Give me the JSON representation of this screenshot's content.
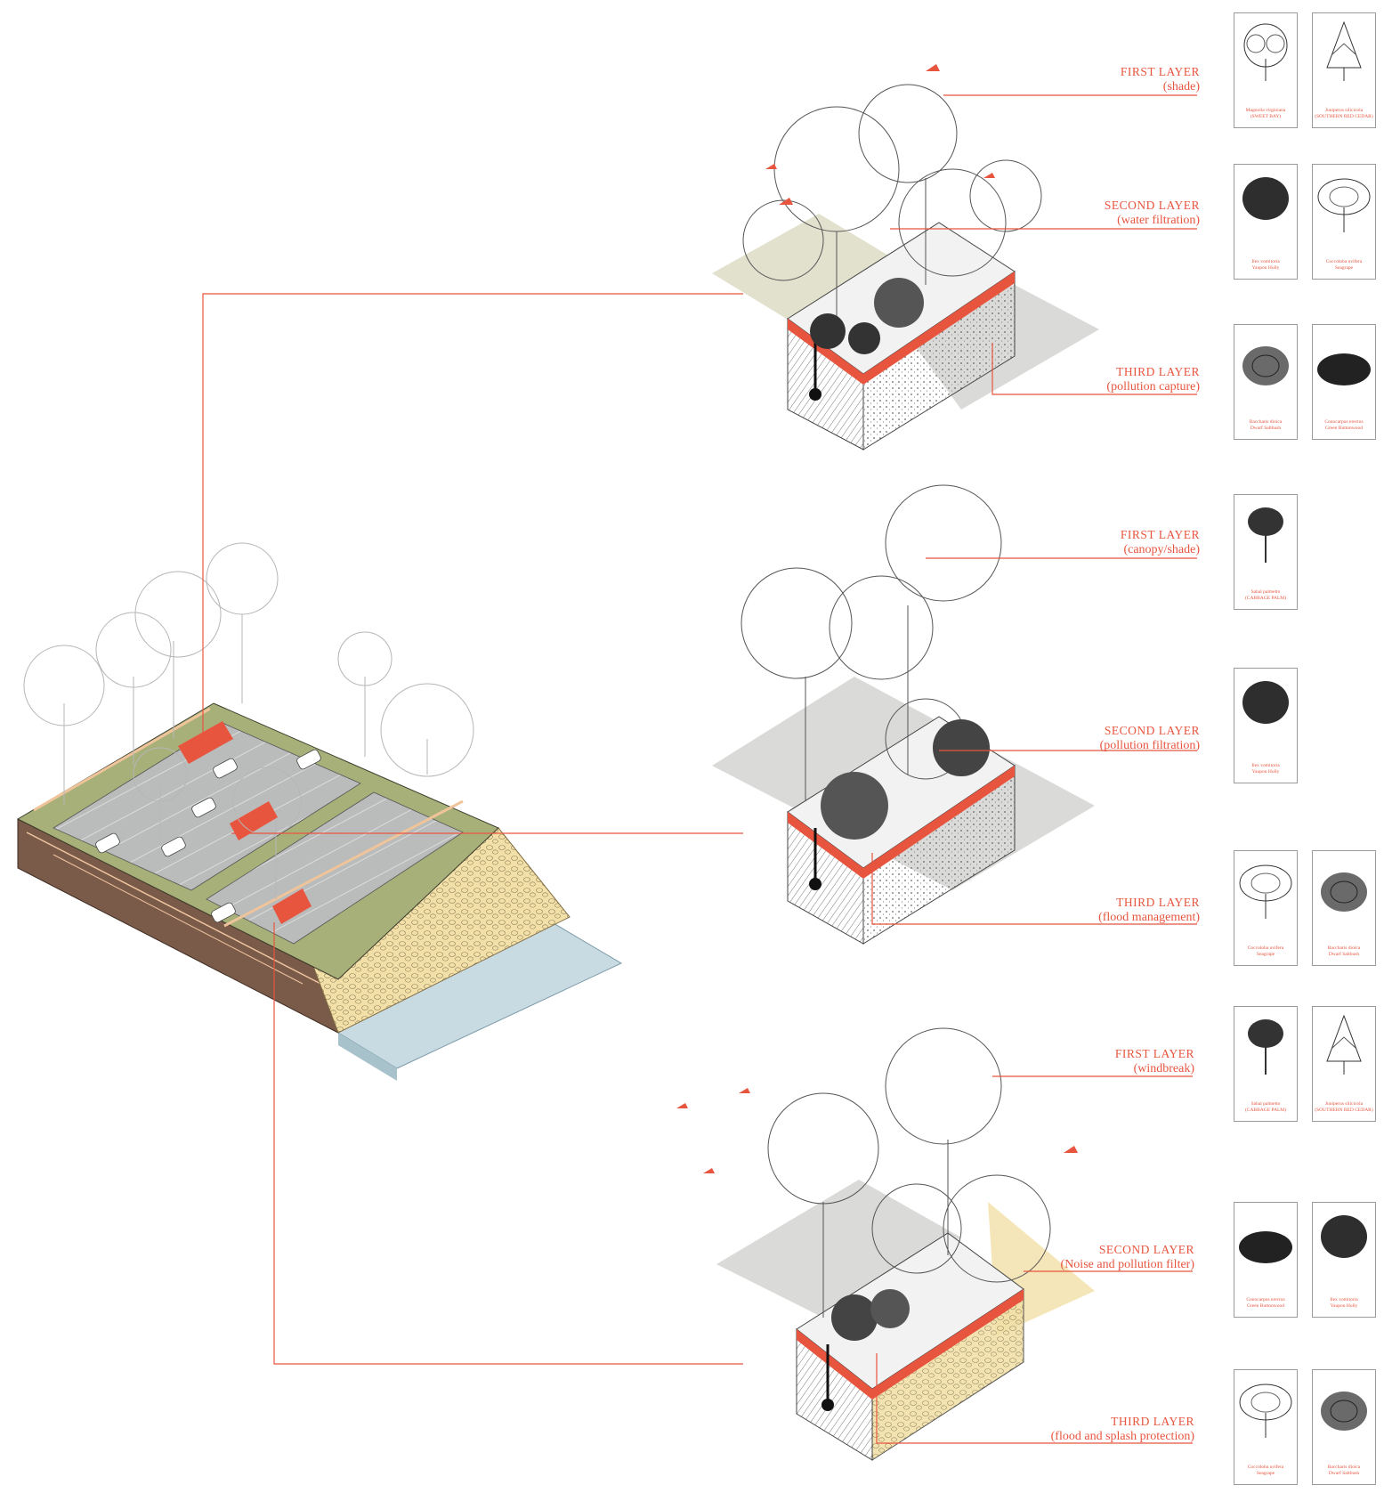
{
  "colors": {
    "accent": "#e8553f",
    "soil": "#7a5a49",
    "grass": "#a8b07a",
    "pavement": "#b9bcbb",
    "rock": "#f2e0a8",
    "water": "#c8dbe3",
    "plane_beige": "#dcdcc4",
    "plane_grey": "#d6d6d4"
  },
  "sections": [
    {
      "id": "parking",
      "layers": [
        {
          "title": "FIRST LAYER",
          "subtitle": "(shade)"
        },
        {
          "title": "SECOND LAYER",
          "subtitle": "(water filtration)"
        },
        {
          "title": "THIRD LAYER",
          "subtitle": "(pollution capture)"
        }
      ]
    },
    {
      "id": "median",
      "layers": [
        {
          "title": "FIRST LAYER",
          "subtitle": "(canopy/shade)"
        },
        {
          "title": "SECOND LAYER",
          "subtitle": "(pollution filtration)"
        },
        {
          "title": "THIRD LAYER",
          "subtitle": "(flood management)"
        }
      ]
    },
    {
      "id": "waterfront",
      "layers": [
        {
          "title": "FIRST LAYER",
          "subtitle": "(windbreak)"
        },
        {
          "title": "SECOND LAYER",
          "subtitle": "(Noise and pollution filter)"
        },
        {
          "title": "THIRD LAYER",
          "subtitle": "(flood and splash protection)"
        }
      ]
    }
  ],
  "plant_cards": [
    {
      "icon": "broadleaf-tree-icon",
      "line1": "Magnolia virginiana",
      "line2": "(SWEET BAY)"
    },
    {
      "icon": "conifer-tree-icon",
      "line1": "Juniperus silicicola",
      "line2": "(SOUTHERN RED CEDAR)"
    },
    {
      "icon": "dense-shrub-icon",
      "line1": "Ilex vomitoria",
      "line2": "Yaupon Holly"
    },
    {
      "icon": "sprawling-tree-icon",
      "line1": "Coccoloba uvifera",
      "line2": "Seagrape"
    },
    {
      "icon": "shrub-icon",
      "line1": "Baccharis dioica",
      "line2": "Dwarf Saltbush"
    },
    {
      "icon": "wide-shrub-icon",
      "line1": "Conocarpus erectus",
      "line2": "Green Buttonwood"
    },
    {
      "icon": "palm-tree-icon",
      "line1": "Sabal palmetto",
      "line2": "(CABBAGE PALM)"
    },
    {
      "icon": "dense-shrub-icon",
      "line1": "Ilex vomitoria",
      "line2": "Yaupon Holly"
    },
    {
      "icon": "sprawling-tree-icon",
      "line1": "Coccoloba uvifera",
      "line2": "Seagrape"
    },
    {
      "icon": "shrub-icon",
      "line1": "Baccharis dioica",
      "line2": "Dwarf Saltbush"
    },
    {
      "icon": "palm-tree-icon",
      "line1": "Sabal palmetto",
      "line2": "(CABBAGE PALM)"
    },
    {
      "icon": "conifer-tree-icon",
      "line1": "Juniperus silicicola",
      "line2": "(SOUTHERN RED CEDAR)"
    },
    {
      "icon": "wide-shrub-icon",
      "line1": "Conocarpus erectus",
      "line2": "Green Buttonwood"
    },
    {
      "icon": "dense-shrub-icon",
      "line1": "Ilex vomitoria",
      "line2": "Yaupon Holly"
    },
    {
      "icon": "sprawling-tree-icon",
      "line1": "Coccoloba uvifera",
      "line2": "Seagrape"
    },
    {
      "icon": "shrub-icon",
      "line1": "Baccharis dioica",
      "line2": "Dwarf Saltbush"
    }
  ]
}
